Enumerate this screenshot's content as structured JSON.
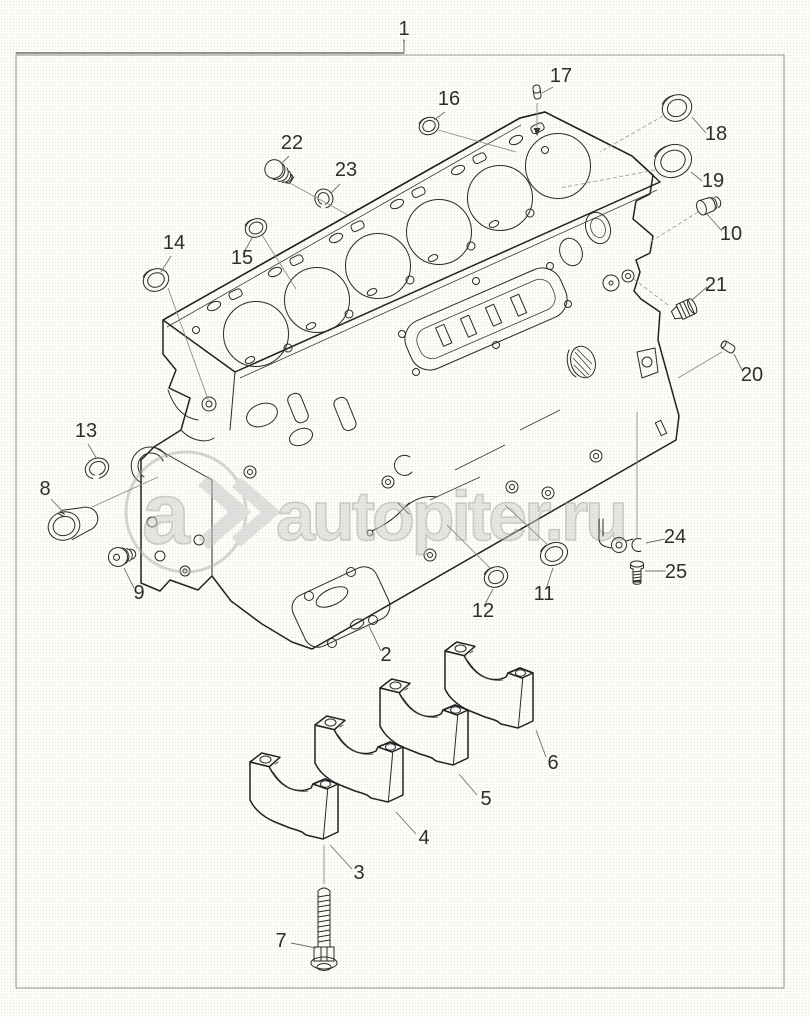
{
  "figure": {
    "type": "exploded-parts-diagram",
    "subject": "engine cylinder block",
    "callouts": {
      "c1": "1",
      "c2": "2",
      "c3": "3",
      "c4": "4",
      "c5": "5",
      "c6": "6",
      "c7": "7",
      "c8": "8",
      "c9": "9",
      "c10": "10",
      "c11": "11",
      "c12": "12",
      "c13": "13",
      "c14": "14",
      "c15": "15",
      "c16": "16",
      "c17": "17",
      "c18": "18",
      "c19": "19",
      "c20": "20",
      "c21": "21",
      "c22": "22",
      "c23": "23",
      "c24": "24",
      "c25": "25"
    },
    "watermark": {
      "logo_letter": "a",
      "chevron_icon": "double-chevron-right",
      "text": "autopiter.ru"
    },
    "colors": {
      "line": "#222222",
      "leader": "#6f6f6f",
      "watermark": "#bdbdbb",
      "background": "#fcfcf9"
    }
  }
}
